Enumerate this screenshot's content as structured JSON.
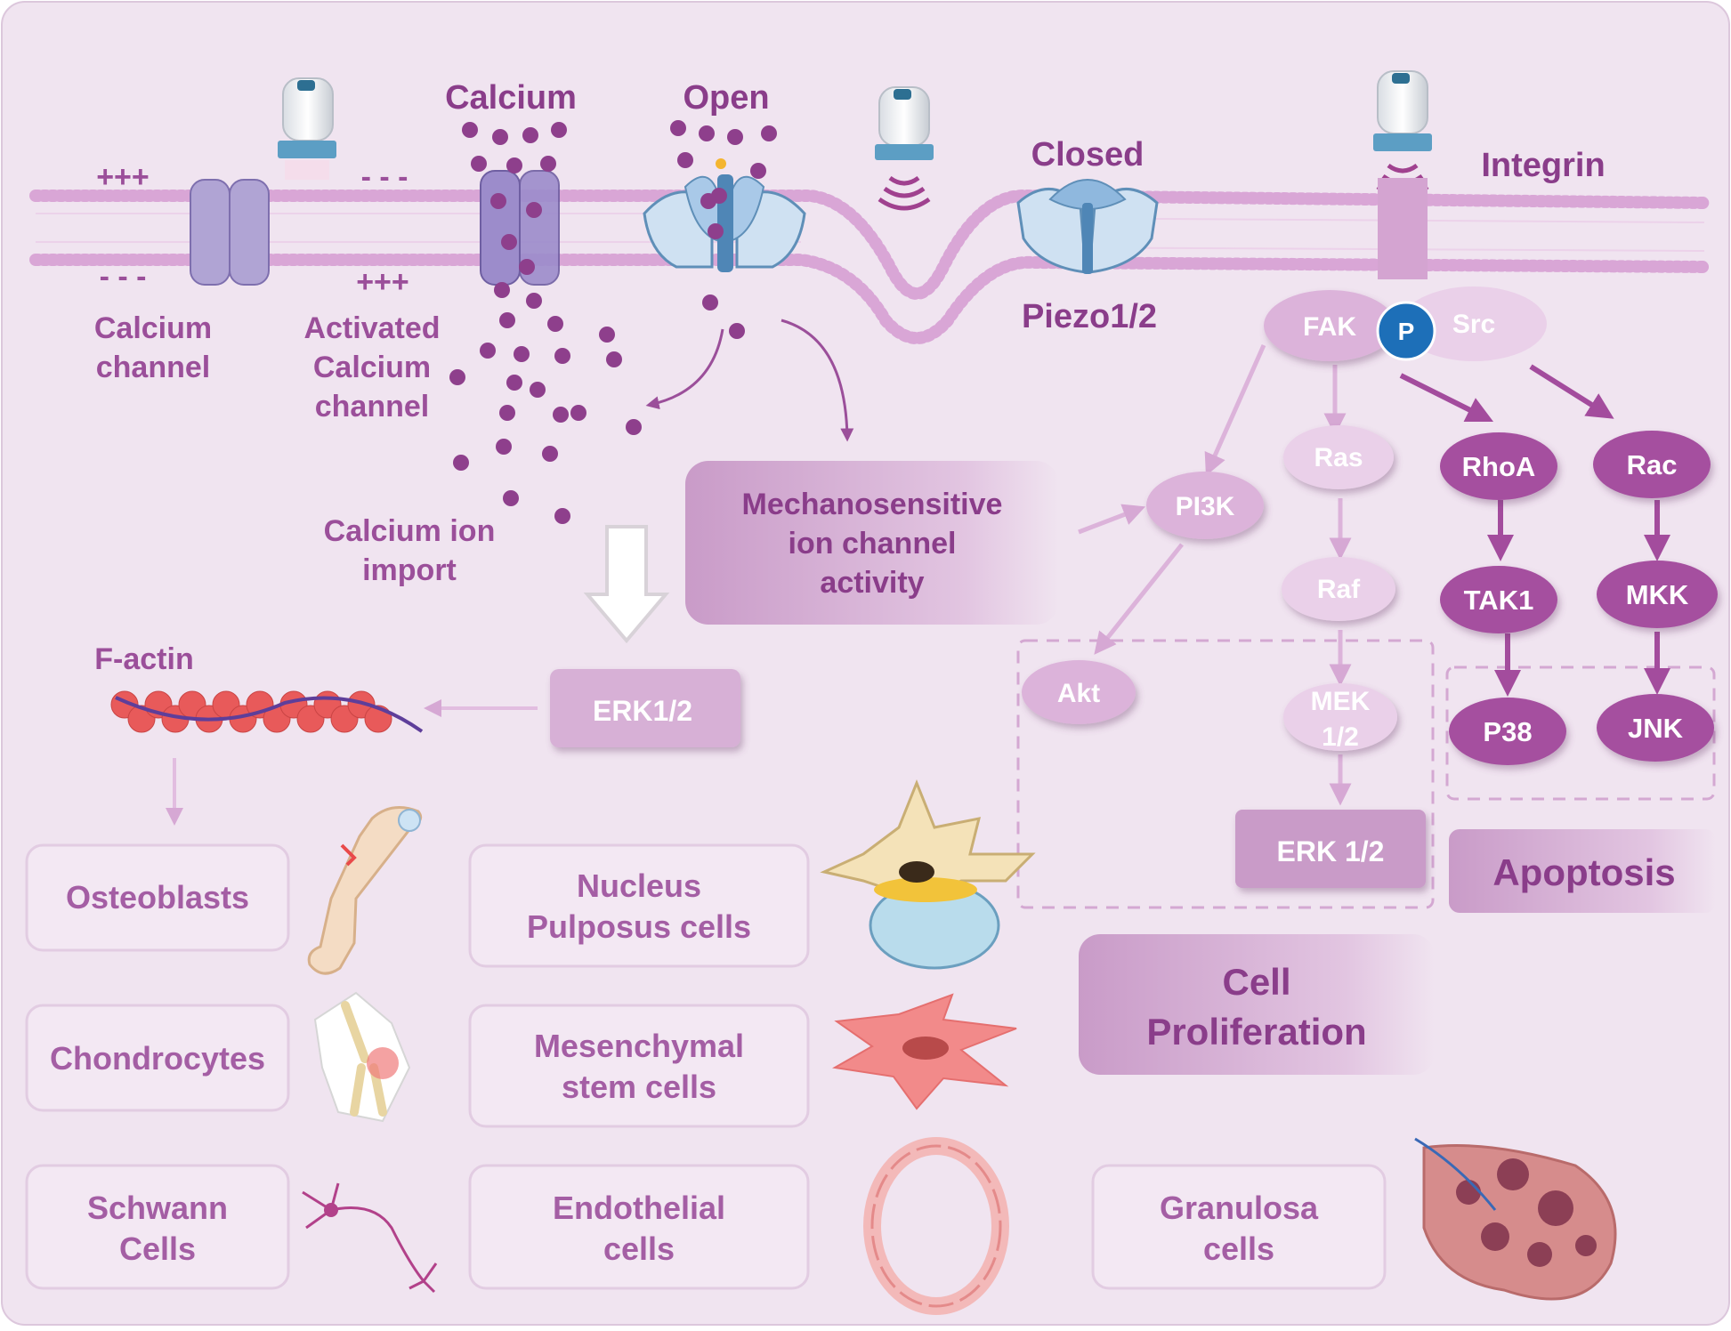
{
  "labels": {
    "calcium": "Calcium",
    "open": "Open",
    "closed": "Closed",
    "piezo": "Piezo1/2",
    "integrin": "Integrin",
    "plus_top": "+++",
    "minus_top": "- - -",
    "minus_bottom": "- - -",
    "plus_bottom": "+++",
    "calcium_channel_l1": "Calcium",
    "calcium_channel_l2": "channel",
    "activated_l1": "Activated",
    "activated_l2": "Calcium",
    "activated_l3": "channel",
    "import_l1": "Calcium ion",
    "import_l2": "import",
    "f_actin": "F-actin"
  },
  "boxes": {
    "mech_l1": "Mechanosensitive",
    "mech_l2": "ion channel",
    "mech_l3": "activity",
    "erk12_left": "ERK1/2",
    "erk12_right": "ERK 1/2",
    "apoptosis": "Apoptosis",
    "prolif_l1": "Cell",
    "prolif_l2": "Proliferation"
  },
  "nodes": {
    "fak": "FAK",
    "p": "P",
    "src": "Src",
    "pi3k": "PI3K",
    "akt": "Akt",
    "ras": "Ras",
    "raf": "Raf",
    "mek_l1": "MEK",
    "mek_l2": "1/2",
    "rhoa": "RhoA",
    "rac": "Rac",
    "tak1": "TAK1",
    "mkk": "MKK",
    "p38": "P38",
    "jnk": "JNK"
  },
  "cells": {
    "osteo": "Osteoblasts",
    "chondro": "Chondrocytes",
    "schwann_l1": "Schwann",
    "schwann_l2": "Cells",
    "nucleus_l1": "Nucleus",
    "nucleus_l2": "Pulposus cells",
    "mesen_l1": "Mesenchymal",
    "mesen_l2": "stem cells",
    "endo_l1": "Endothelial",
    "endo_l2": "cells",
    "granulosa_l1": "Granulosa",
    "granulosa_l2": "cells"
  },
  "colors": {
    "background": "#f0e4f0",
    "membrane": "#d9a6d6",
    "node_light": "#dcb3da",
    "node_dark": "#a54f9f",
    "box_fill": "#c99bc8",
    "dot": "#8e3f8c",
    "channel": "#a898cf"
  }
}
